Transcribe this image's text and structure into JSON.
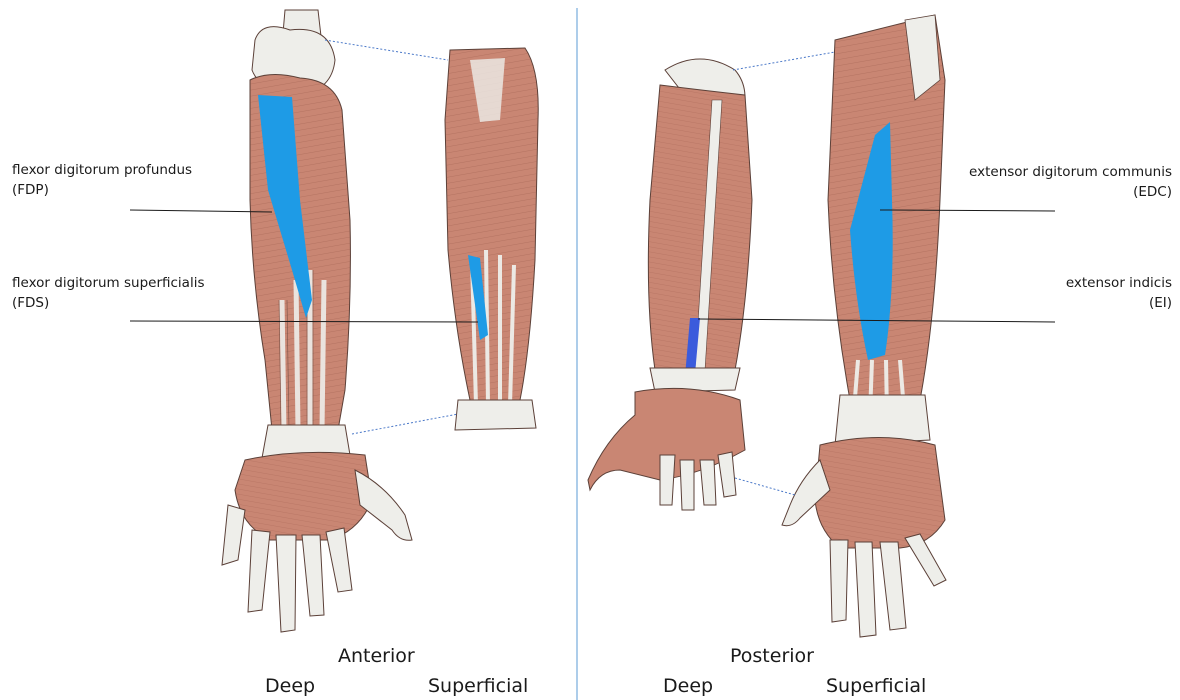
{
  "labels": {
    "fdp": {
      "name": "flexor digitorum profundus",
      "abbr": "(FDP)"
    },
    "fds": {
      "name": "flexor digitorum superficialis",
      "abbr": "(FDS)"
    },
    "edc": {
      "name": "extensor digitorum communis",
      "abbr": "(EDC)"
    },
    "ei": {
      "name": "extensor indicis",
      "abbr": "(EI)"
    }
  },
  "captions": {
    "anterior": {
      "title": "Anterior",
      "deep": "Deep",
      "superficial": "Superficial"
    },
    "posterior": {
      "title": "Posterior",
      "deep": "Deep",
      "superficial": "Superficial"
    }
  },
  "colors": {
    "highlight": "#1e9be6",
    "highlight_dark": "#3b5bdc",
    "muscle": "#c98673",
    "muscle_light": "#e2b09f",
    "tendon": "#ece9e4",
    "bone": "#eeeeea",
    "outline": "#5b4038",
    "leader": "#1a1a1a",
    "dotted_connector": "#4a78c8",
    "divider": "#5b9bd5"
  }
}
